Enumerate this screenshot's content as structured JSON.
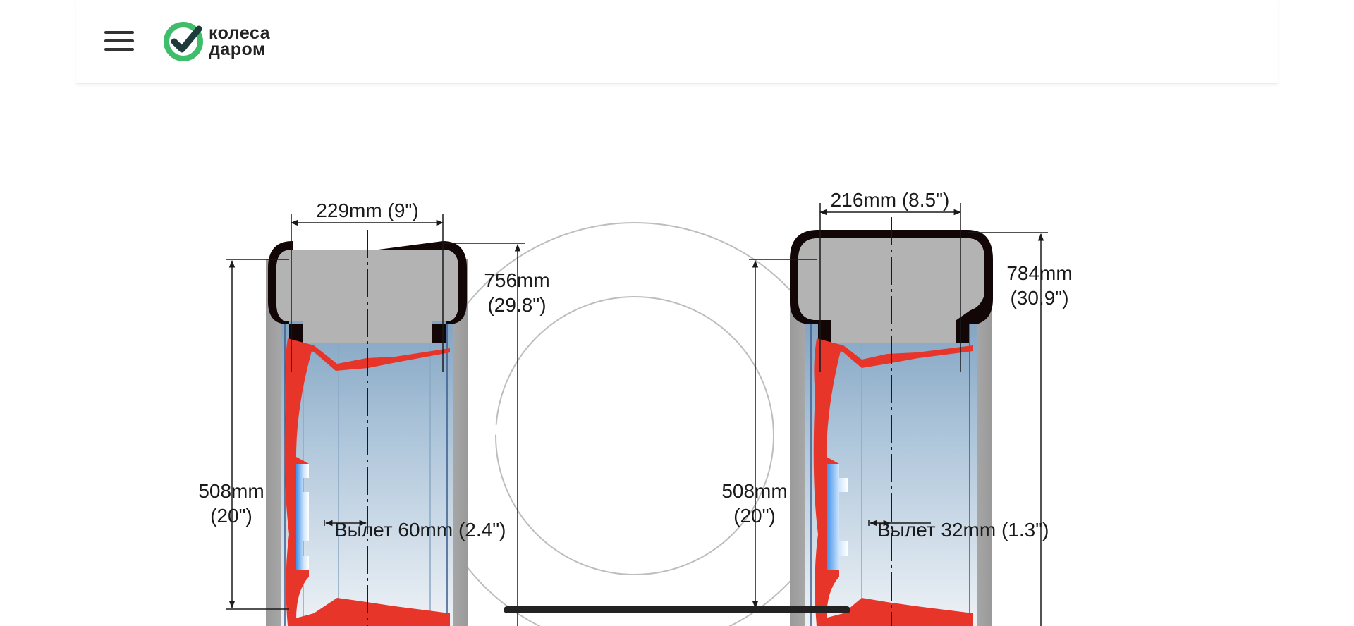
{
  "header": {
    "menu_icon": "hamburger-menu-icon",
    "logo_icon": "checkmark-circle-icon",
    "logo_line1": "колеса",
    "logo_line2": "даром",
    "brand_color": "#3ebd6a"
  },
  "wheel_left": {
    "width_label": "229mm (9\")",
    "diameter_line1": "756mm",
    "diameter_line2": "(29.8\")",
    "rim_line1": "508mm",
    "rim_line2": "(20\")",
    "offset_label": "Вылет 60mm (2.4\")"
  },
  "wheel_right": {
    "width_label": "216mm (8.5\")",
    "diameter_line1": "784mm",
    "diameter_line2": "(30.9\")",
    "rim_line1": "508mm",
    "rim_line2": "(20\")",
    "offset_label": "Вылет 32mm (1.3\")"
  },
  "colors": {
    "tire": "#110505",
    "rim_spoke": "#e8352a",
    "barrel_top": "#7096b8",
    "barrel_bottom": "#eef3f7",
    "sidewall_gray": "#b3b3b3"
  }
}
